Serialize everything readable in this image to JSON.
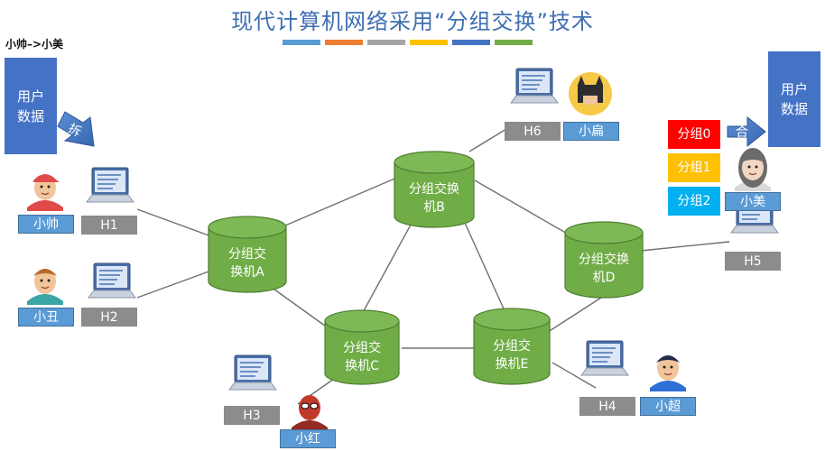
{
  "title": "现代计算机网络采用“分组交换”技术",
  "color_bar": [
    "#5b9bd5",
    "#ed7d31",
    "#a5a5a5",
    "#ffc000",
    "#4472c4",
    "#70ad47"
  ],
  "route_label": "小帅–>小美",
  "user_data_left": "用户\n数据",
  "user_data_right": "用户\n数据",
  "split_label": "拆",
  "merge_label": "合",
  "switches": {
    "A": "分组交\n换机A",
    "B": "分组交换\n机B",
    "C": "分组交\n换机C",
    "D": "分组交换\n机D",
    "E": "分组交\n换机E"
  },
  "hosts": {
    "H1": "H1",
    "H2": "H2",
    "H3": "H3",
    "H4": "H4",
    "H5": "H5",
    "H6": "H6"
  },
  "people": {
    "xiaoshuai": "小帅",
    "xiaochou": "小丑",
    "xiaohong": "小红",
    "xiaochao": "小超",
    "xiaobian": "小扁",
    "xiaomei": "小美"
  },
  "packets": [
    {
      "label": "分组0",
      "color": "#ff0000"
    },
    {
      "label": "分组1",
      "color": "#ffc000"
    },
    {
      "label": "分组2",
      "color": "#00b0f0"
    }
  ],
  "icons": {
    "laptop": "laptop-icon",
    "person": "person-avatar-icon",
    "arrow": "block-arrow-icon"
  }
}
